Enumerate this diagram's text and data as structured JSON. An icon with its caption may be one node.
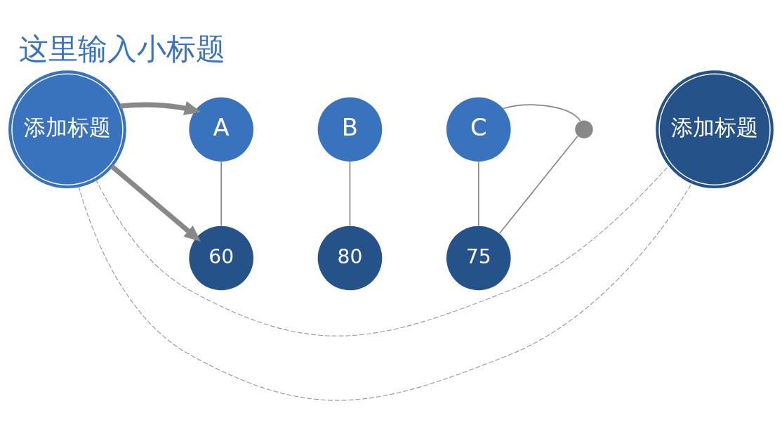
{
  "diagram": {
    "title": "这里输入小标题",
    "nodes": [
      {
        "text": [
          "添加标题"
        ]
      },
      {
        "text": [
          "A"
        ]
      },
      {
        "text": [
          "60"
        ]
      },
      {
        "text": [
          "B"
        ]
      },
      {
        "text": [
          "80"
        ]
      },
      {
        "text": [
          "C"
        ]
      },
      {
        "text": [
          "75"
        ]
      },
      {
        "text": [],
        "shape": "circle"
      },
      {
        "text": [
          "添加标题"
        ]
      }
    ],
    "edges": [
      {
        "from": 0,
        "to": 1,
        "arrow": "to",
        "style": "thick"
      },
      {
        "from": 0,
        "to": 2,
        "arrow": "to",
        "style": "thick"
      },
      {
        "from": 1,
        "to": 2,
        "arrow": "none"
      },
      {
        "from": 3,
        "to": 4,
        "arrow": "none"
      },
      {
        "from": 5,
        "to": 6,
        "arrow": "none"
      },
      {
        "from": 5,
        "to": 7,
        "arrow": "none"
      },
      {
        "from": 6,
        "to": 7,
        "arrow": "none"
      },
      {
        "from": 0,
        "to": 8,
        "arrow": "none",
        "style": "dashed"
      },
      {
        "from": 0,
        "to": 8,
        "arrow": "none",
        "style": "dashed"
      }
    ]
  }
}
